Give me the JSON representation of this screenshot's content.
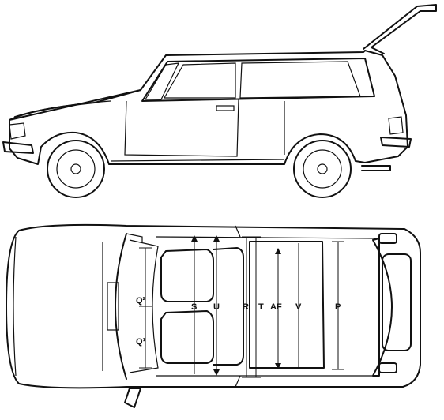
{
  "diagram": {
    "views": [
      "side-view",
      "top-view"
    ],
    "dimension_labels": {
      "q2": "Q²",
      "q1": "Q¹",
      "s": "S",
      "u": "U",
      "r": "R",
      "t": "T",
      "af": "AF",
      "v": "V",
      "p": "P"
    },
    "colors": {
      "ink": "#111111",
      "paper": "#ffffff"
    }
  }
}
